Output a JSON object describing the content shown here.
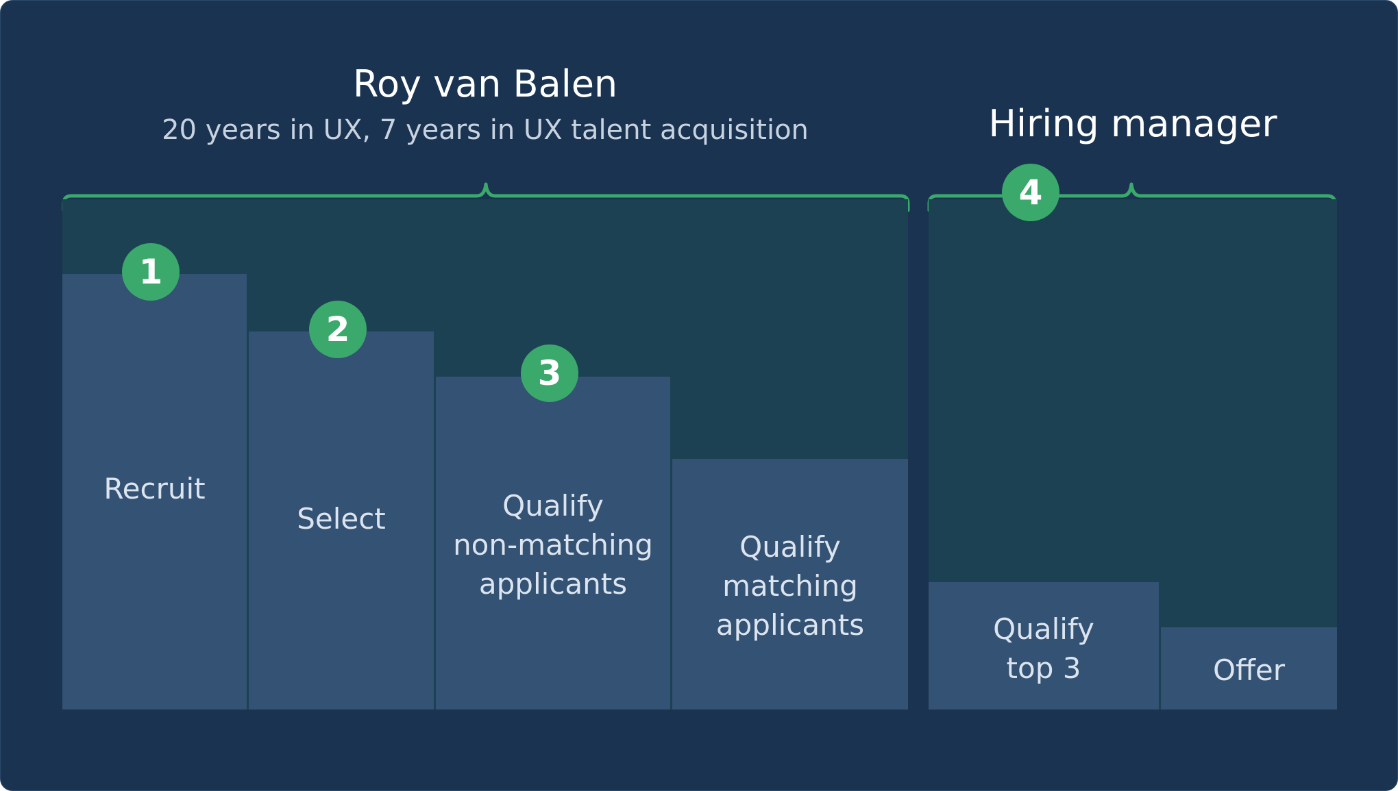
{
  "colors": {
    "background": "#1a3351",
    "group_fill": "#1c4153",
    "stage_fill": "#345273",
    "accent_green": "#3aa96b",
    "text_light": "#dbe4ef"
  },
  "groups": [
    {
      "title": "Roy van Balen",
      "subtitle": "20 years in UX, 7 years in UX talent acquisition"
    },
    {
      "title": "Hiring manager"
    }
  ],
  "stages": [
    {
      "label": "Recruit",
      "badge": "1"
    },
    {
      "label": "Select",
      "badge": "2"
    },
    {
      "label": "Qualify\nnon-matching\napplicants",
      "badge": "3"
    },
    {
      "label": "Qualify\nmatching\napplicants"
    },
    {
      "label": "Qualify\ntop 3",
      "badge": "4"
    },
    {
      "label": "Offer"
    }
  ]
}
